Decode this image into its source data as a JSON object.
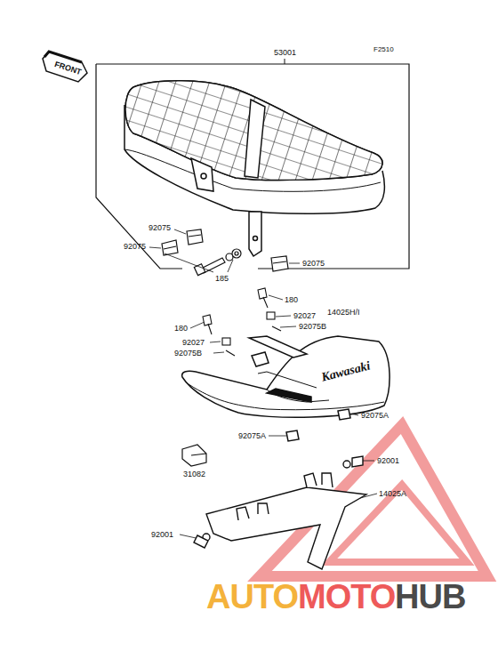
{
  "diagram": {
    "labels": [
      "F2510",
      "FRONT",
      "53001",
      "92075",
      "92075",
      "92075",
      "185",
      "180",
      "92027",
      "14025H/I",
      "92075B",
      "180",
      "92027",
      "92075B",
      "Kawasaki",
      "92075A",
      "92075A",
      "31082",
      "92001",
      "14025A",
      "92001",
      "AUTO",
      "MOTO",
      "HUB"
    ]
  }
}
